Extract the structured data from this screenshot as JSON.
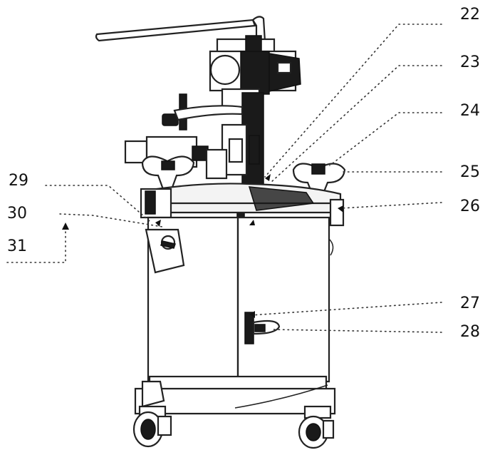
{
  "labels": {
    "l22": "22",
    "l23": "23",
    "l24": "24",
    "l25": "25",
    "l26": "26",
    "l27": "27",
    "l28": "28",
    "l29": "29",
    "l30": "30",
    "l31": "31"
  }
}
